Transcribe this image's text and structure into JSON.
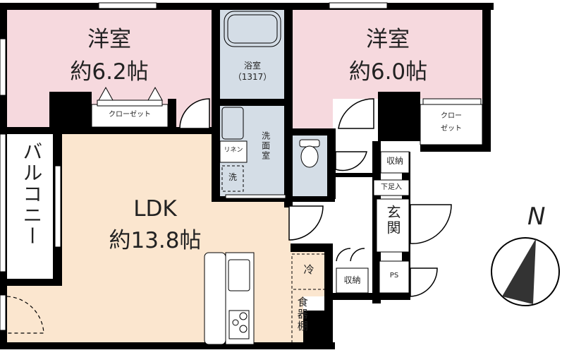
{
  "colors": {
    "wall": "#000000",
    "western_room": "#f6d9de",
    "wet_area": "#d4dde6",
    "ldk": "#fbe6cf",
    "storage": "#ffffff"
  },
  "rooms": {
    "western1": {
      "name": "洋室",
      "size": "約6.2帖"
    },
    "western2": {
      "name": "洋室",
      "size": "約6.0帖"
    },
    "ldk": {
      "name": "LDK",
      "size": "約13.8帖"
    },
    "bathroom": {
      "name": "浴室",
      "size": "（1317）"
    },
    "washroom": {
      "name": "洗面室"
    },
    "balcony": {
      "name": "バルコニー"
    },
    "entrance": {
      "name": "玄関"
    }
  },
  "fixtures": {
    "closet1": "クローゼット",
    "closet2_line1": "クロー",
    "closet2_line2": "ゼット",
    "linen": "リネン",
    "washer": "洗",
    "storage1": "収納",
    "storage2": "収納",
    "shoe_box": "下足入",
    "ps": "PS",
    "fridge": "冷",
    "cupboard": "食器棚"
  },
  "compass": {
    "label": "N"
  }
}
